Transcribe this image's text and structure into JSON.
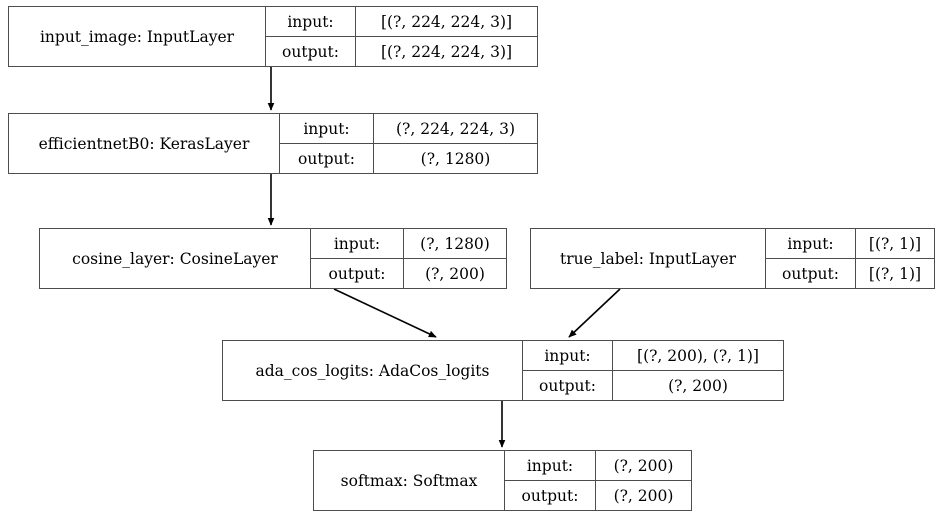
{
  "diagram": {
    "type": "keras-model-plot",
    "title": "",
    "row_labels": {
      "input": "input:",
      "output": "output:"
    },
    "colors": {
      "node_border": "#4d4d4d",
      "node_fill": "#ffffff",
      "edge": "#000000",
      "text": "#000000",
      "background": "#ffffff"
    },
    "nodes": [
      {
        "id": "input_image",
        "name": "input_image: InputLayer",
        "input": "[(?, 224, 224, 3)]",
        "output": "[(?, 224, 224, 3)]"
      },
      {
        "id": "efficientnetB0",
        "name": "efficientnetB0: KerasLayer",
        "input": "(?, 224, 224, 3)",
        "output": "(?, 1280)"
      },
      {
        "id": "cosine_layer",
        "name": "cosine_layer: CosineLayer",
        "input": "(?, 1280)",
        "output": "(?, 200)"
      },
      {
        "id": "true_label",
        "name": "true_label: InputLayer",
        "input": "[(?, 1)]",
        "output": "[(?, 1)]"
      },
      {
        "id": "ada_cos_logits",
        "name": "ada_cos_logits: AdaCos_logits",
        "input": "[(?, 200), (?, 1)]",
        "output": "(?, 200)"
      },
      {
        "id": "softmax",
        "name": "softmax: Softmax",
        "input": "(?, 200)",
        "output": "(?, 200)"
      }
    ],
    "edges": [
      {
        "from": "input_image",
        "to": "efficientnetB0"
      },
      {
        "from": "efficientnetB0",
        "to": "cosine_layer"
      },
      {
        "from": "cosine_layer",
        "to": "ada_cos_logits"
      },
      {
        "from": "true_label",
        "to": "ada_cos_logits"
      },
      {
        "from": "ada_cos_logits",
        "to": "softmax"
      }
    ]
  }
}
